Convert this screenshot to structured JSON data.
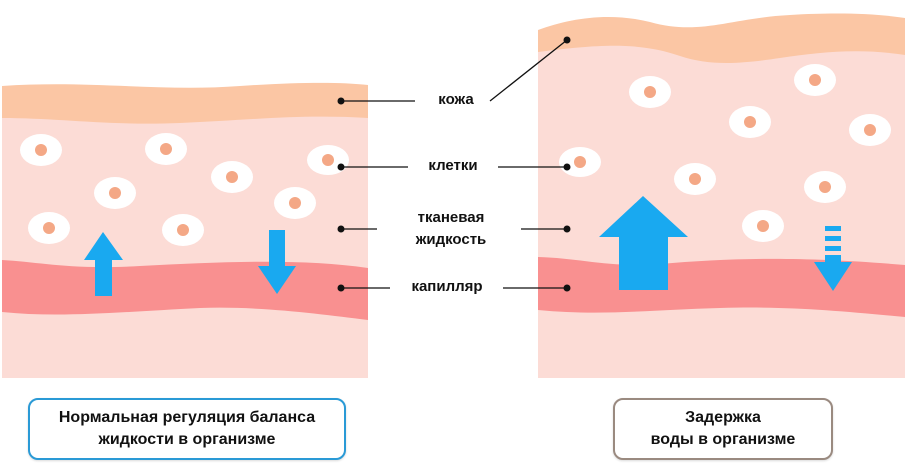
{
  "labels": {
    "skin": "кожа",
    "cells": "клетки",
    "tissue_fluid_line1": "тканевая",
    "tissue_fluid_line2": "жидкость",
    "capillary": "капилляр"
  },
  "captions": {
    "left_line1": "Нормальная регуляция баланса",
    "left_line2": "жидкости в организме",
    "right_line1": "Задержка",
    "right_line2": "воды в организме"
  },
  "colors": {
    "skin": "#fbc6a4",
    "tissue": "#fcdcd6",
    "capillary": "#f99090",
    "cell": "#ffffff",
    "nucleus": "#f4a886",
    "arrow": "#19a9f0",
    "left_border": "#2a9ad6",
    "right_border": "#9a8a80"
  }
}
